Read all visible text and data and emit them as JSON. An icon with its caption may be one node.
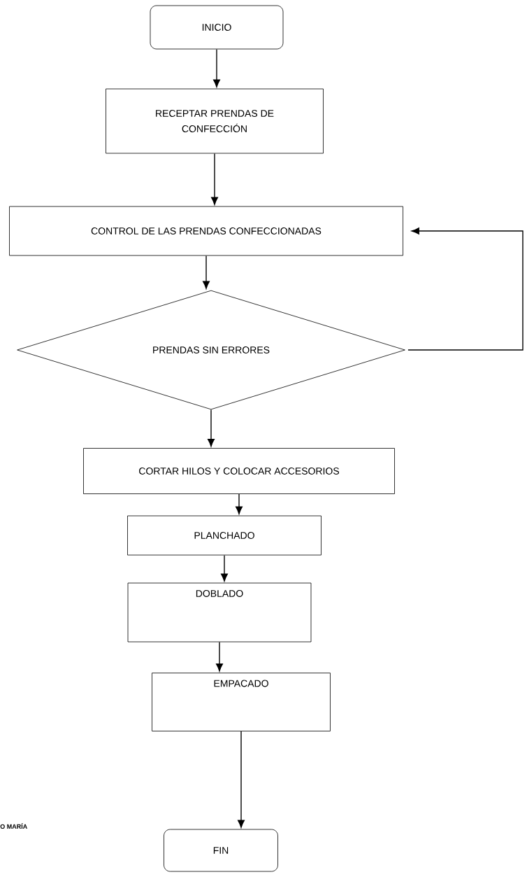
{
  "diagram": {
    "nodes": [
      {
        "text": [
          "INICIO"
        ]
      },
      {
        "text": [
          "RECEPTAR PRENDAS DE CONFECCIÓN"
        ]
      },
      {
        "text": [
          "CONTROL DE LAS PRENDAS CONFECCIONADAS"
        ]
      },
      {
        "text": [
          "PRENDAS SIN ERRORES"
        ]
      },
      {
        "text": [
          "CORTAR HILOS Y COLOCAR ACCESORIOS"
        ]
      },
      {
        "text": [
          "PLANCHADO"
        ]
      },
      {
        "text": [
          "DOBLADO"
        ]
      },
      {
        "text": [
          "EMPACADO"
        ]
      },
      {
        "text": [
          "FIN"
        ]
      }
    ],
    "edges": [
      {
        "from": 0,
        "to": 1,
        "arrow": "to"
      },
      {
        "from": 1,
        "to": 2,
        "arrow": "to"
      },
      {
        "from": 2,
        "to": 3,
        "arrow": "to"
      },
      {
        "from": 3,
        "to": 4,
        "arrow": "to"
      },
      {
        "from": 4,
        "to": 5,
        "arrow": "to"
      },
      {
        "from": 5,
        "to": 6,
        "arrow": "to"
      },
      {
        "from": 6,
        "to": 7,
        "arrow": "to"
      },
      {
        "from": 7,
        "to": 8,
        "arrow": "to"
      },
      {
        "from": 3,
        "to": 2,
        "arrow": "to"
      }
    ],
    "labels": [
      "O MARÍA"
    ]
  }
}
